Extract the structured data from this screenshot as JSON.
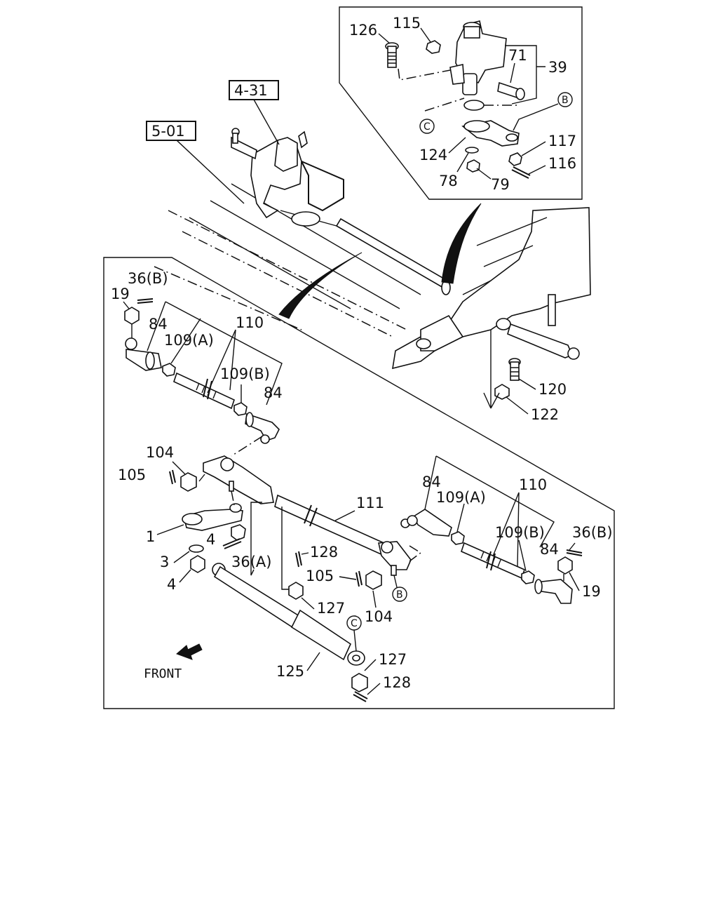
{
  "ref_boxes": {
    "a": "4-31",
    "b": "5-01"
  },
  "front_label": "FRONT",
  "inset": {
    "l126": "126",
    "l115": "115",
    "l71": "71",
    "l39": "39",
    "lB": "B",
    "lC": "C",
    "l117": "117",
    "l124": "124",
    "l116": "116",
    "l78": "78",
    "l79": "79"
  },
  "frame": {
    "l120": "120",
    "l122": "122"
  },
  "detail": {
    "l36b_top": "36(B)",
    "l19_top": "19",
    "l84_a": "84",
    "l110_a": "110",
    "l109a_a": "109(A)",
    "l109b_a": "109(B)",
    "l84_b": "84",
    "l104_a": "104",
    "l105_a": "105",
    "l111": "111",
    "l1": "1",
    "l4_a": "4",
    "l3": "3",
    "l4_b": "4",
    "l36a": "36(A)",
    "l128_a": "128",
    "l105_b": "105",
    "l127_a": "127",
    "l104_b": "104",
    "lB2": "B",
    "lC2": "C",
    "l125": "125",
    "l127_b": "127",
    "l128_b": "128",
    "l84_c": "84",
    "l109a_b": "109(A)",
    "l110_b": "110",
    "l109b_b": "109(B)",
    "l36b_r": "36(B)",
    "l84_d": "84",
    "l19_r": "19"
  }
}
